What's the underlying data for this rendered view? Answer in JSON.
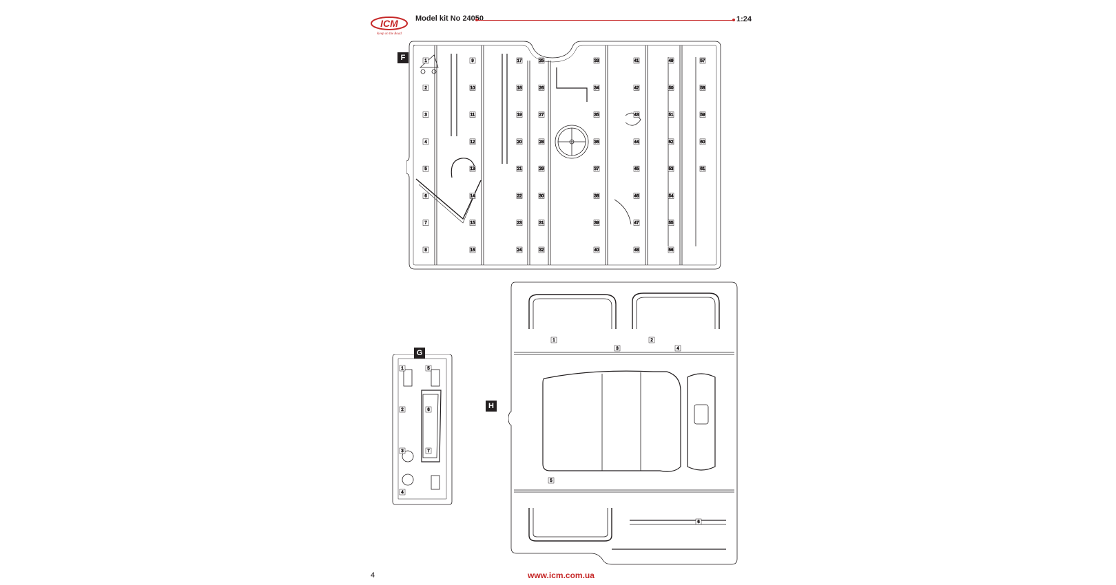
{
  "header": {
    "logo_text": "ICM",
    "logo_tagline": "Keep on the Road",
    "model_title": "Model kit No 24050",
    "scale": "1:24"
  },
  "sprues": {
    "F": {
      "label": "F",
      "part_numbers": [
        "1",
        "2",
        "3",
        "4",
        "5",
        "6",
        "7",
        "8",
        "9",
        "10",
        "11",
        "12",
        "13",
        "14",
        "15",
        "16",
        "17",
        "18",
        "19",
        "20",
        "21",
        "22",
        "23",
        "24",
        "25",
        "26",
        "27",
        "28",
        "29",
        "30",
        "31",
        "32",
        "33",
        "34",
        "35",
        "36",
        "37",
        "38",
        "39",
        "40",
        "41",
        "42",
        "43",
        "44",
        "45",
        "46",
        "47",
        "48",
        "49",
        "50",
        "51",
        "52",
        "53",
        "54",
        "55",
        "56",
        "57",
        "58",
        "59",
        "60",
        "61"
      ]
    },
    "G": {
      "label": "G",
      "part_numbers": [
        "1",
        "2",
        "3",
        "4",
        "5",
        "6",
        "7"
      ]
    },
    "H": {
      "label": "H",
      "part_numbers": [
        "1",
        "2",
        "3",
        "4",
        "5",
        "6"
      ]
    }
  },
  "colors": {
    "accent": "#c62828",
    "line": "#231f20"
  },
  "footer": {
    "page_number": "4",
    "url": "www.icm.com.ua"
  }
}
